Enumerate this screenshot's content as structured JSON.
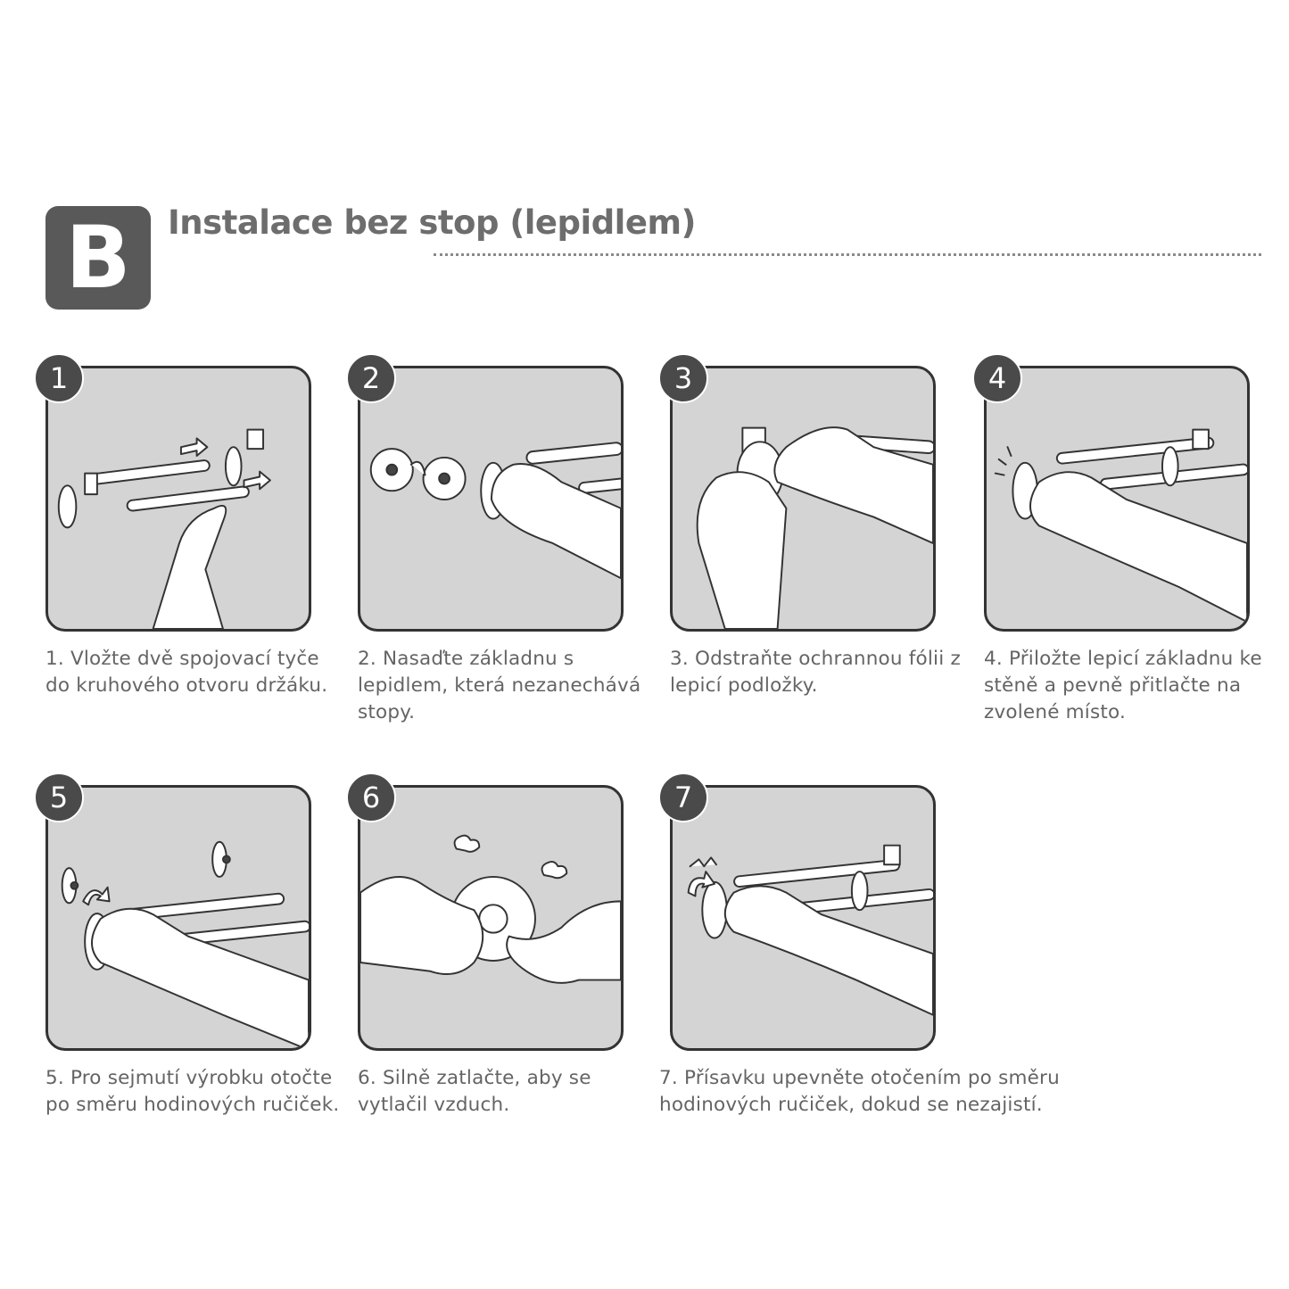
{
  "section": {
    "letter": "B",
    "title": "Instalace bez stop (lepidlem)"
  },
  "steps": [
    {
      "number": "1",
      "caption": "1. Vložte dvě spojovací tyče do kruhového otvoru držáku."
    },
    {
      "number": "2",
      "caption": "2. Nasaďte základnu s lepidlem, která nezanechává stopy."
    },
    {
      "number": "3",
      "caption": "3. Odstraňte ochrannou fólii z lepicí podložky."
    },
    {
      "number": "4",
      "caption": "4. Přiložte lepicí základnu ke stěně a pevně přitlačte na zvolené místo."
    },
    {
      "number": "5",
      "caption": "5. Pro sejmutí výrobku otočte po směru hodinových ručiček."
    },
    {
      "number": "6",
      "caption": "6. Silně zatlačte, aby se vytlačil vzduch."
    },
    {
      "number": "7",
      "caption": "7. Přísavku upevněte otočením po směru hodinových ručiček, dokud se nezajistí."
    }
  ],
  "colors": {
    "badge": "#595959",
    "panel_bg": "#d4d4d4",
    "panel_border": "#333333",
    "text": "#646464"
  }
}
